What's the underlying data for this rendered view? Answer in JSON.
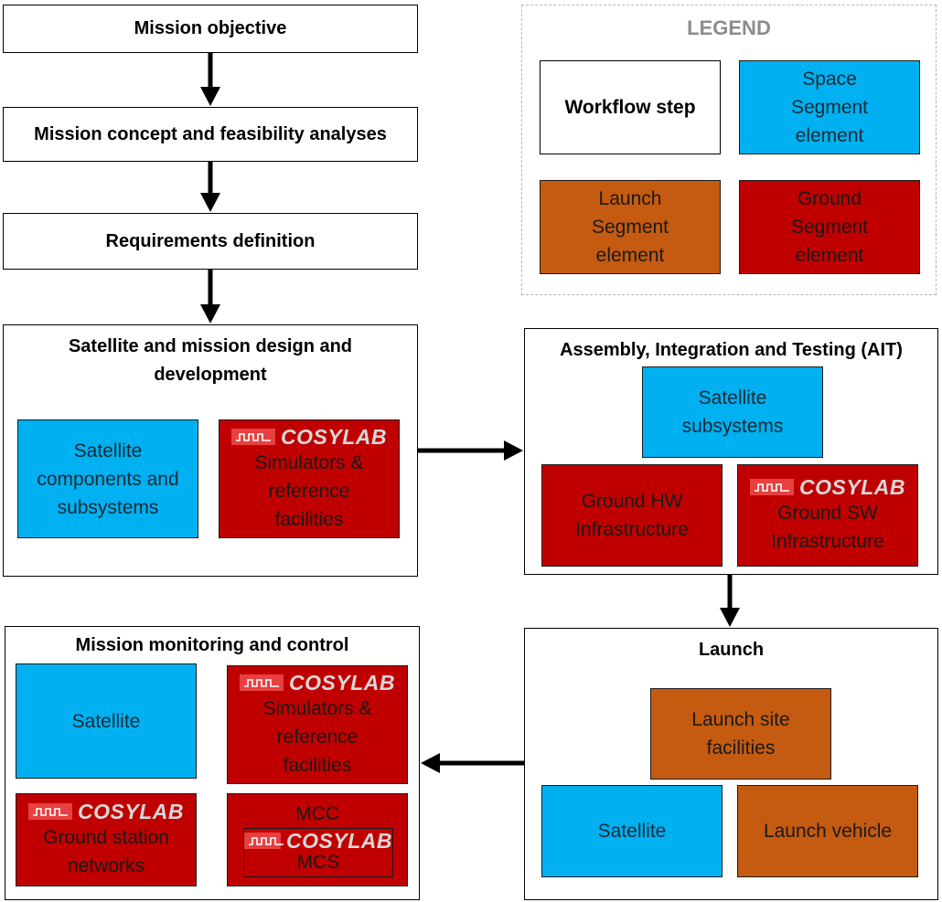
{
  "legend": {
    "title": "LEGEND",
    "workflow_step": "Workflow step",
    "space": "Space Segment element",
    "launch": "Launch Segment element",
    "ground": "Ground Segment element"
  },
  "steps": {
    "mission_objective": "Mission objective",
    "concept": "Mission concept and feasibility analyses",
    "requirements": "Requirements definition"
  },
  "design": {
    "title": "Satellite and mission design and development",
    "components": "Satellite components and subsystems",
    "simulators": "Simulators & reference facilities"
  },
  "ait": {
    "title": "Assembly, Integration and Testing (AIT)",
    "subsystems": "Satellite subsystems",
    "ground_hw": "Ground HW Infrastructure",
    "ground_sw": "Ground SW Infrastructure"
  },
  "launch": {
    "title": "Launch",
    "site": "Launch site facilities",
    "satellite": "Satellite",
    "vehicle": "Launch vehicle"
  },
  "monitoring": {
    "title": "Mission monitoring and control",
    "satellite": "Satellite",
    "simulators": "Simulators & reference facilities",
    "ground_networks": "Ground station networks",
    "mcc": "MCC",
    "mcs": "MCS"
  },
  "brand": {
    "logo_text": "COSYLAB"
  },
  "colors": {
    "space": "#00b0f0",
    "launch": "#c55a11",
    "ground": "#c00000",
    "logo_mark": "#e84040",
    "legend_border": "#b8b8b8"
  }
}
